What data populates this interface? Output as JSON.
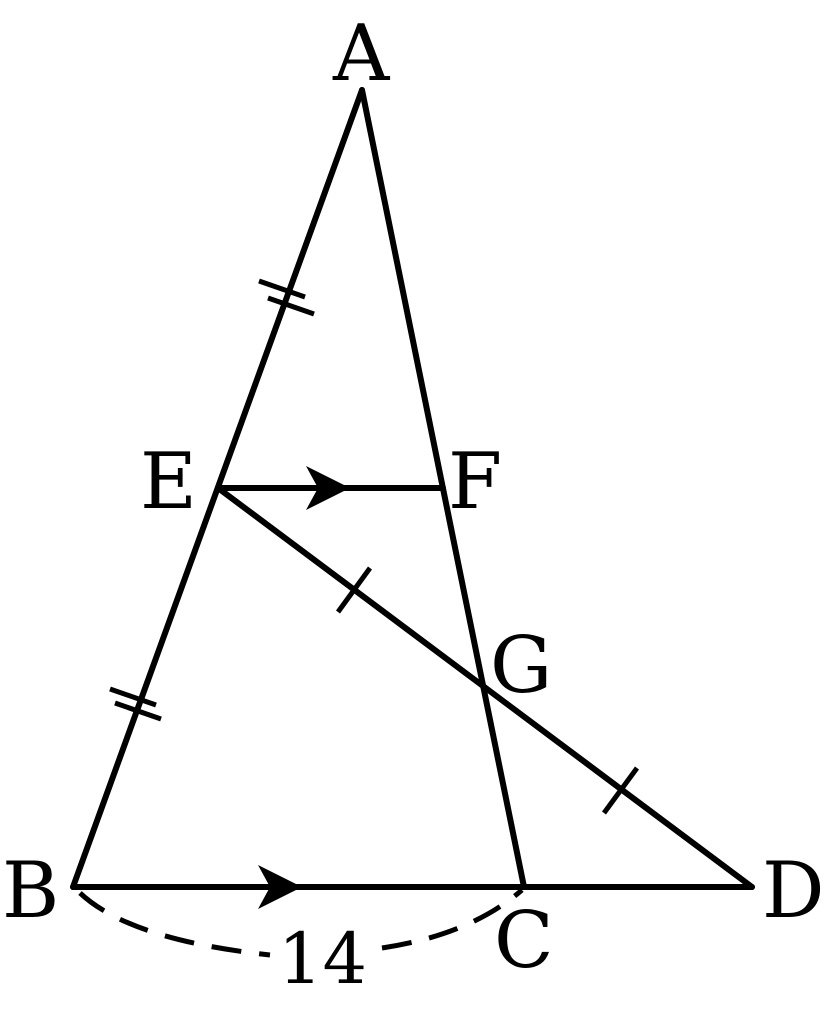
{
  "points": {
    "A": "A",
    "B": "B",
    "C": "C",
    "D": "D",
    "E": "E",
    "F": "F",
    "G": "G"
  },
  "measure": {
    "BC": "14"
  },
  "colors": {
    "stroke": "#000000",
    "background": "#ffffff"
  }
}
